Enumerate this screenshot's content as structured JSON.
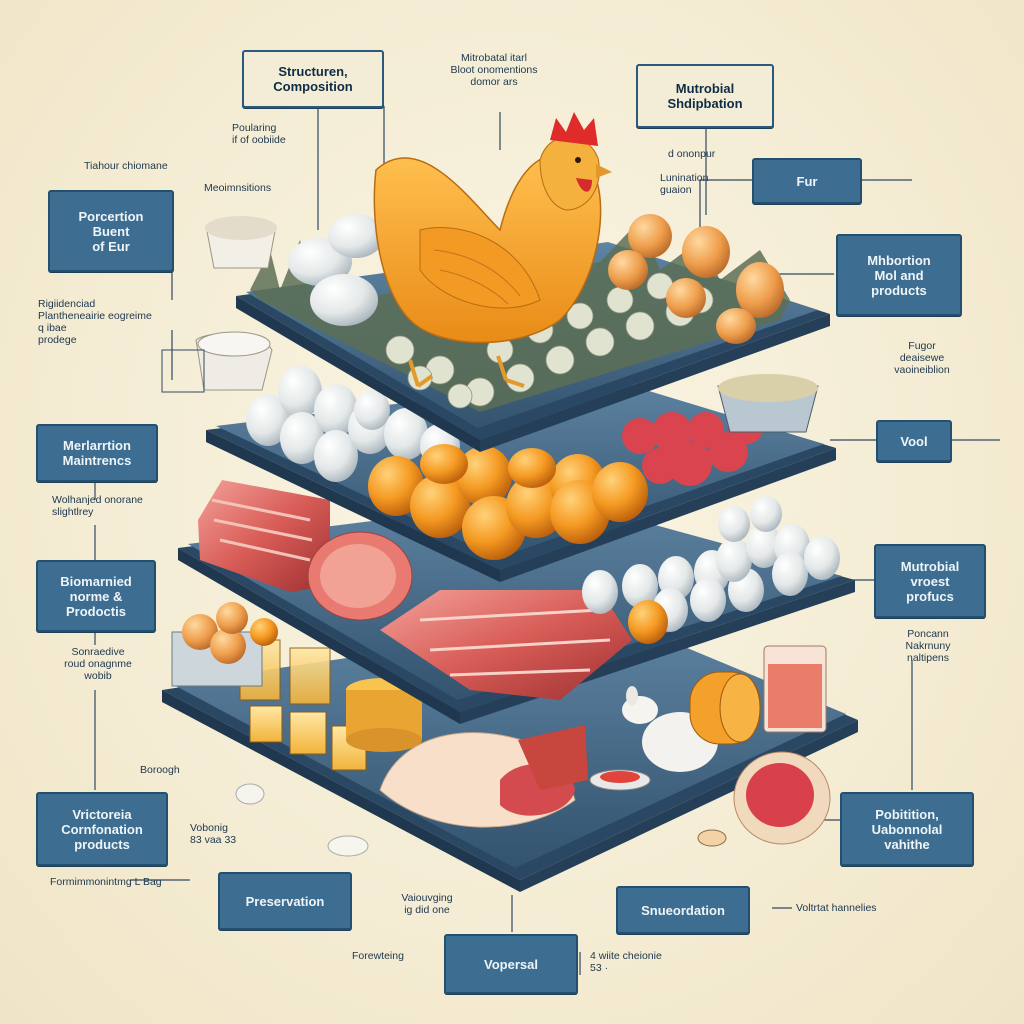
{
  "boxes": {
    "structure": "Structuren,\nComposition",
    "microbial_top": "Mutrobial\nShdipbation",
    "porcelain": "Porcertion\nBuent\nof Eur",
    "fur": "Fur",
    "mhorption": "Mhbortion\nMol and\nproducts",
    "metabolism": "Merlarrtion\nMaintrencs",
    "vool": "Vool",
    "biomedical": "Biomarnied\nnorme &\nProdoctis",
    "microbial_mid": "Mutrobial\nvroest\nprofucs",
    "victoria": "Vrictoreia\nCornfonation\nproducts",
    "polarization": "Pobitition,\nUabonnolal\nvahithe",
    "preservation": "Preservation",
    "sneuerdation": "Snueordation",
    "vopereal": "Vopersal"
  },
  "notes": {
    "microbial_small": "Mitrobatal itarl\nBloot onomentions\ndomor ars",
    "poularing": "Poularing\nif of oobiide",
    "tiahour": "Tiahour chiomane",
    "moustrations": "Meoimnsitions",
    "doppnem": "d ononpur",
    "lunination": "Lunination\nguaion",
    "rigidenced": "Rigiidenciad\nPlantheneairie eogreime\nq ibae\nprodege",
    "fugor": "Fugor\ndeaisewe\nvaoineiblion",
    "volhanjed": "Wolhanjed onorane\nslightlrey",
    "sonraedive": "Sonraedive\nroud onagnme\nwobib",
    "poncanin": "Poncann\nNakrnuny\nnaltipens",
    "borooph": "Boroogh",
    "vobeeig": "Vobonig\n83 vaa 33",
    "formimmeing": "Formimmonintmg L Bag",
    "vanovging": "Vaiouvging\nig did one",
    "volartat": "Voltrtat hannelies",
    "foreiveteing": "Forewteing",
    "waite": "4 wiite cheionie\n 53 ·"
  },
  "colors": {
    "background": "#f6efd9",
    "box_fill": "#3d6e91",
    "box_border": "#24506f",
    "tray": "#2f4f6a",
    "hen": "#f0a72c",
    "egg_white": "#eef0ee",
    "egg_brown": "#f39a2b",
    "meat": "#d9635c",
    "leader_line": "#2e4a63"
  }
}
